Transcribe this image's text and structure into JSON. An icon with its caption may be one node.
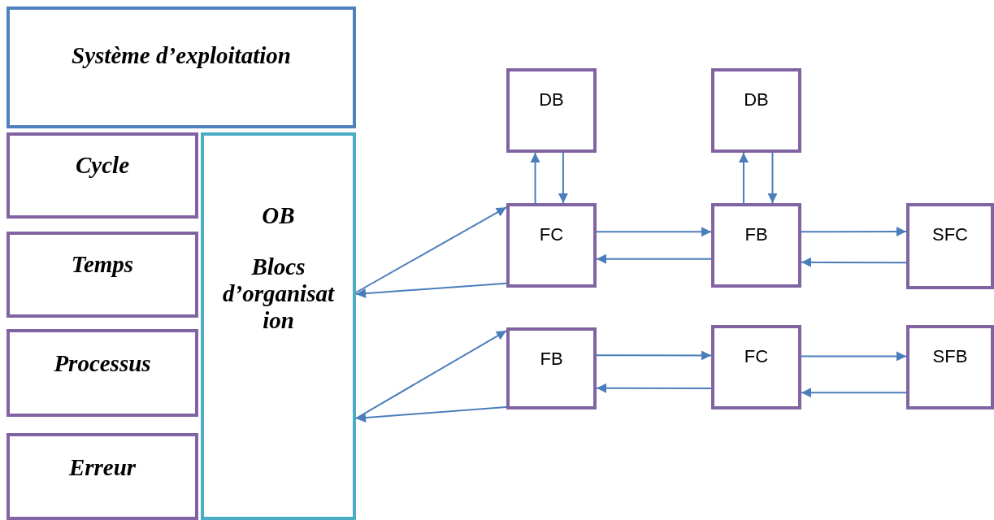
{
  "diagram": {
    "nodes": [
      {
        "text": [
          "Système d’exploitation"
        ]
      },
      {
        "text": [
          "Cycle"
        ]
      },
      {
        "text": [
          "Temps"
        ]
      },
      {
        "text": [
          "Processus"
        ]
      },
      {
        "text": [
          "Erreur"
        ]
      },
      {
        "text": [
          "OB",
          "Blocs d’organisation"
        ]
      },
      {
        "text": [
          "DB"
        ]
      },
      {
        "text": [
          "DB"
        ]
      },
      {
        "text": [
          "FC"
        ]
      },
      {
        "text": [
          "FB"
        ]
      },
      {
        "text": [
          "SFC"
        ]
      },
      {
        "text": [
          "FB"
        ]
      },
      {
        "text": [
          "FC"
        ]
      },
      {
        "text": [
          "SFB"
        ]
      }
    ],
    "edges": [
      {
        "from": 8,
        "to": 5,
        "arrow": "to"
      },
      {
        "from": 5,
        "to": 8,
        "arrow": "to"
      },
      {
        "from": 8,
        "to": 6,
        "arrow": "to"
      },
      {
        "from": 6,
        "to": 8,
        "arrow": "to"
      },
      {
        "from": 8,
        "to": 9,
        "arrow": "to"
      },
      {
        "from": 9,
        "to": 8,
        "arrow": "to"
      },
      {
        "from": 9,
        "to": 7,
        "arrow": "to"
      },
      {
        "from": 7,
        "to": 9,
        "arrow": "to"
      },
      {
        "from": 9,
        "to": 10,
        "arrow": "to"
      },
      {
        "from": 10,
        "to": 9,
        "arrow": "to"
      },
      {
        "from": 5,
        "to": 11,
        "arrow": "to"
      },
      {
        "from": 11,
        "to": 5,
        "arrow": "to"
      },
      {
        "from": 11,
        "to": 12,
        "arrow": "to"
      },
      {
        "from": 12,
        "to": 11,
        "arrow": "to"
      },
      {
        "from": 12,
        "to": 13,
        "arrow": "to"
      },
      {
        "from": 13,
        "to": 12,
        "arrow": "to"
      }
    ]
  }
}
